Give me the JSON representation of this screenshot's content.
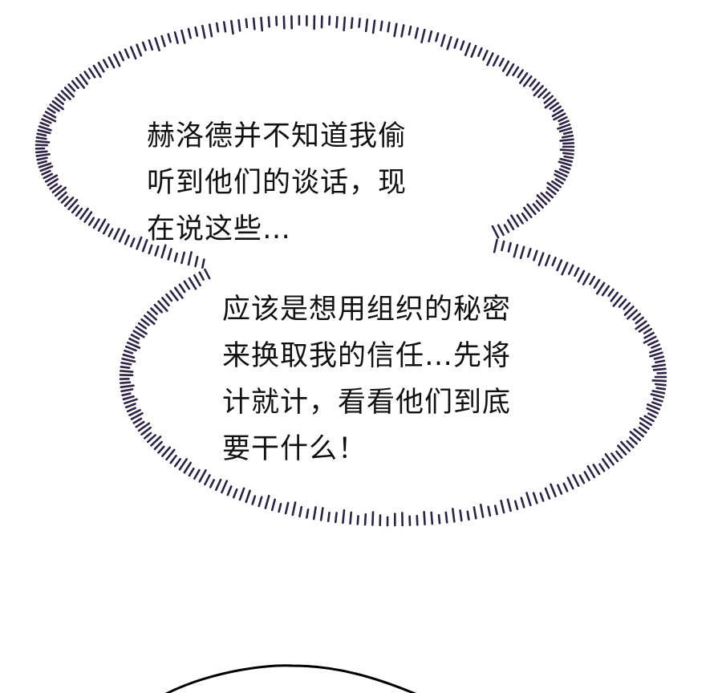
{
  "bubble_1": {
    "lines": [
      "赫洛德并不知道我偷",
      "听到他们的谈话，现",
      "在说这些…"
    ]
  },
  "bubble_2": {
    "lines": [
      "应该是想用组织的秘密",
      "来换取我的信任…先将",
      "计就计，看看他们到底",
      "要干什么！"
    ]
  },
  "colors": {
    "outline": "#2b2244",
    "text": "#111111",
    "background": "#ffffff"
  }
}
